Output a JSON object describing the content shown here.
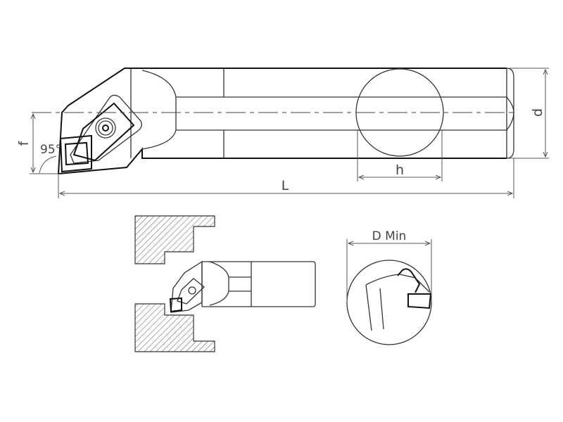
{
  "dimensions": {
    "length": "L",
    "diameter": "d",
    "flat": "h",
    "offset": "f",
    "angle": "95°",
    "min_bore": "D Min"
  },
  "colors": {
    "line": "#333333",
    "dimension": "#555555"
  }
}
